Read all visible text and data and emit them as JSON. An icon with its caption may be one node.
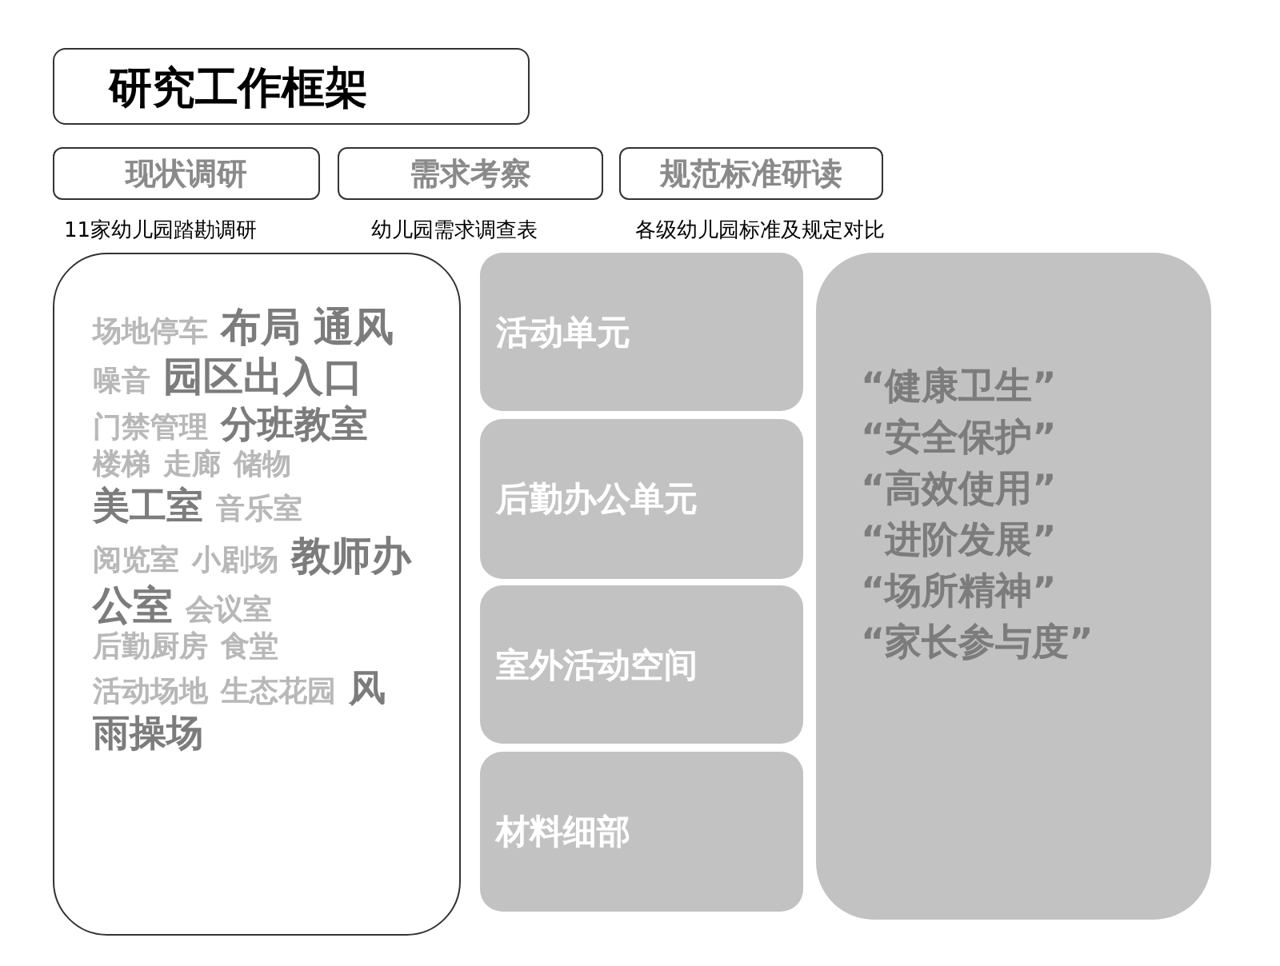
{
  "diagram": {
    "nodes": [
      {
        "text": [
          "研究工作框架"
        ]
      },
      {
        "text": [
          "现状调研"
        ],
        "beside": [
          "11家幼儿园踏勘调研"
        ]
      },
      {
        "text": [
          "需求考察"
        ],
        "beside": [
          "幼儿园需求调查表"
        ]
      },
      {
        "text": [
          "规范标准研读"
        ],
        "beside": [
          "各级幼儿园标准及规定对比"
        ]
      },
      {
        "text": [
          "场地停车",
          "布局",
          "通风",
          "噪音",
          "园区出入口",
          "门禁管理",
          "分班教室",
          "楼梯",
          "走廊",
          "储物",
          "美工室",
          "音乐室",
          "阅览室",
          "小剧场",
          "教师办公室",
          "会议室",
          "后勤厨房",
          "食堂",
          "活动场地",
          "生态花园",
          "风雨操场"
        ]
      },
      {
        "text": [
          "活动单元"
        ]
      },
      {
        "text": [
          "后勤办公单元"
        ]
      },
      {
        "text": [
          "室外活动空间"
        ]
      },
      {
        "text": [
          "材料细部"
        ]
      },
      {
        "text": [
          "“健康卫生”",
          "“安全保护”",
          "“高效使用”",
          "“进阶发展”",
          "“场所精神”",
          "“家长参与度”"
        ]
      }
    ]
  }
}
